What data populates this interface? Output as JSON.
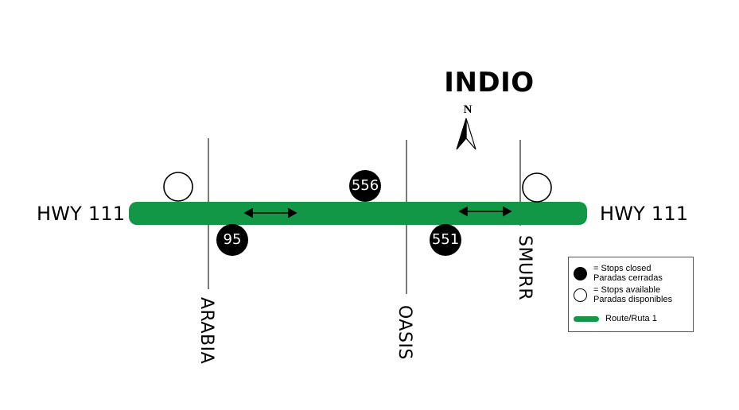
{
  "map": {
    "city": "INDIO",
    "north_label": "N",
    "highway_left": "HWY 111",
    "highway_right": "HWY 111",
    "streets": [
      "ARABIA",
      "OASIS",
      "SMURR"
    ],
    "stops_closed": [
      "95",
      "556",
      "551"
    ],
    "route_color": "#129746"
  },
  "legend": {
    "closed_en": "= Stops closed",
    "closed_es": "Paradas cerradas",
    "available_en": "= Stops available",
    "available_es": "Paradas disponibles",
    "route": "Route/Ruta 1"
  }
}
